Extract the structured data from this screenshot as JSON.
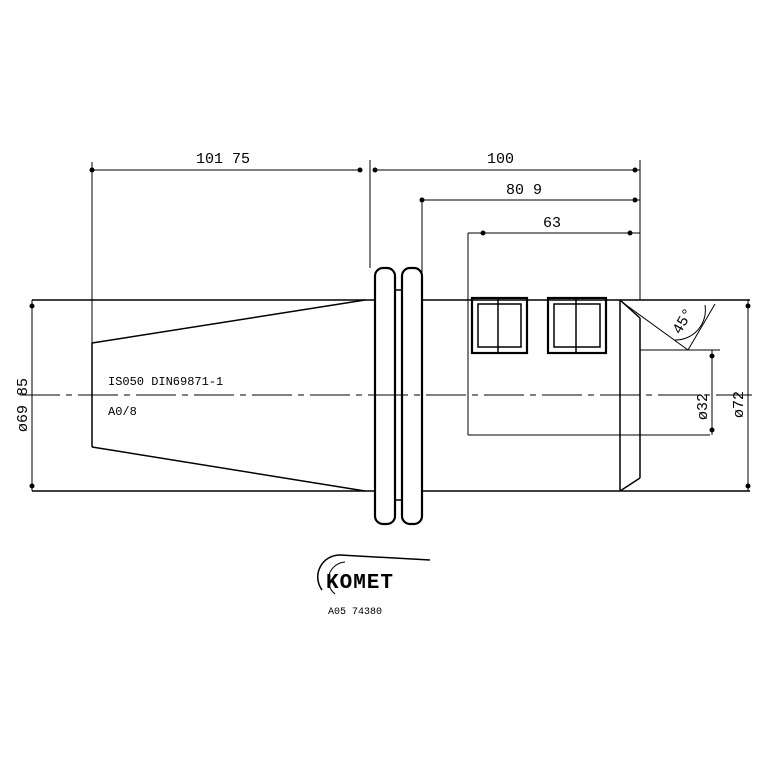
{
  "dimensions": {
    "left_length": "101 75",
    "total_length": "100",
    "bore_depth": "80 9",
    "thread_depth": "63",
    "angle": "45°",
    "bore_diameter": "ø32",
    "outer_diameter": "ø72",
    "taper_diameter": "ø69 85"
  },
  "notes": {
    "standard": "IS050 DIN69871-1",
    "form": "A0/8"
  },
  "logo": {
    "brand": "KOMET",
    "part_number": "A05 74380"
  }
}
